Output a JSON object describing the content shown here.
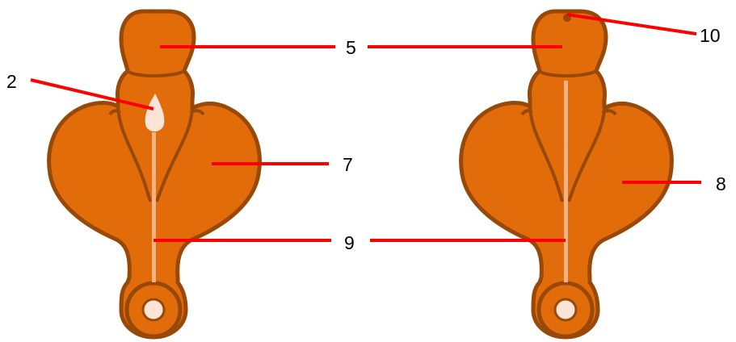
{
  "colors": {
    "body_fill": "#E36C0A",
    "body_outline": "#984807",
    "canal": "#F4B183",
    "cavity": "#FCE4D6",
    "pointer": "#FF0000",
    "background": "#FFFFFF"
  },
  "labels": {
    "label_2": "2",
    "label_5": "5",
    "label_7": "7",
    "label_8": "8",
    "label_9": "9",
    "label_10": "10"
  }
}
